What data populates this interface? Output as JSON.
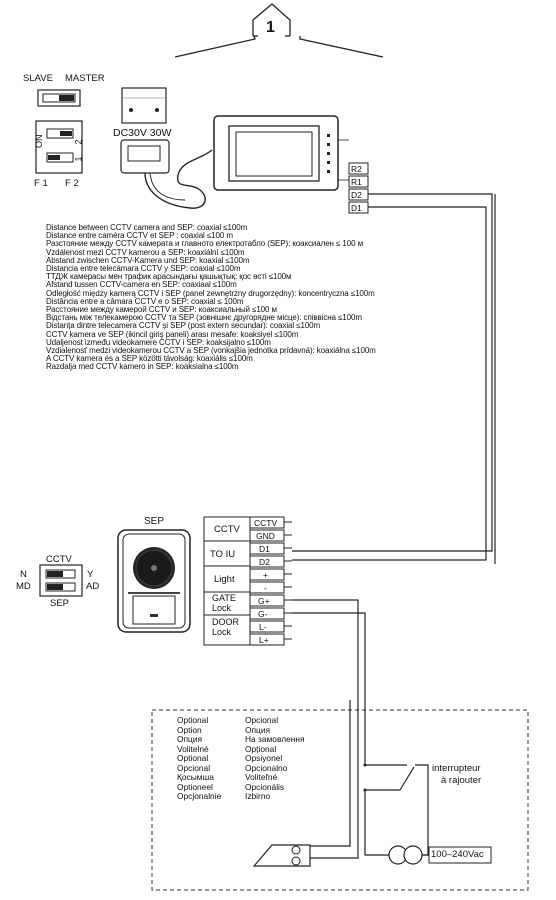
{
  "floor_number": "1",
  "dip_monitor": {
    "slave_label": "SLAVE",
    "master_label": "MASTER",
    "on_label": "ON",
    "pos1": "1",
    "pos2": "2",
    "f1_label": "F 1",
    "f2_label": "F 2"
  },
  "power_supply_label": "DC30V 30W",
  "monitor_terminals": [
    "R2",
    "R1",
    "D2",
    "D1"
  ],
  "cctv_distance_lines": [
    "Distance between CCTV camera and SEP: coaxial ≤100m",
    "Distance entre caméra CCTV et SEP : coaxial ≤100 m",
    "Разстояние между CCTV камерата и главното електротабло (SEP): коаксиален ≤ 100 м",
    "Vzdálenost mezi CCTV kamerou a SEP: koaxiální ≤100m",
    "Abstand zwischen CCTV-Kamera und SEP: koaxial ≤100m",
    "Distancia entre telecámara CCTV y SEP: coaxial ≤100m",
    "ТТДЖ камерасы мен трафик арасындағы қашықтық: қос өсті ≤100м",
    "Afstand tussen CCTV-camera en SEP: coaxiaal ≤100m",
    "Odległość między kamerą CCTV i SEP (panel zewnętrzny drugorzędny): koncentryczna ≤100m",
    "Distância entre a câmara CCTV e o SEP: coaxial ≤ 100m",
    "Расстояние между камерой CCTV и SEP: коаксиальный ≤100 м",
    "Відстань між телекамерою CCTV та SEP (зовнішнє другорядне місце): співвісна ≤100m",
    "Distanța dintre telecamera CCTV și SEP (post extern secundar): coaxial ≤100m",
    "CCTV kamera ve SEP (ikincil giriş paneli) arası mesafe: koaksiyel ≤100m",
    "Udaljenost između videokamere CCTV i SEP:  koaksijalno ≤100m",
    "Vzdialenosť medzi videokamerou CCTV a SEP (vonkajšia jednotka prídavná): koaxiálna ≤100m",
    "A CCTV kamera és a SEP közötti távolság: koaxiális ≤100m",
    "Razdalja med CCTV kamero in SEP: koaksialna ≤100m"
  ],
  "sep_label": "SEP",
  "sep_dip": {
    "title": "CCTV",
    "n_label": "N",
    "md_label": "MD",
    "y_label": "Y",
    "ad_label": "AD",
    "bottom_label": "SEP"
  },
  "terminal_block": {
    "groups": [
      {
        "label": "CCTV",
        "terminals": [
          "CCTV",
          "GND"
        ]
      },
      {
        "label": "TO IU",
        "terminals": [
          "D1",
          "D2"
        ]
      },
      {
        "label": "Light",
        "terminals": [
          "+",
          "-"
        ]
      },
      {
        "label": "GATE\nLock",
        "terminals": [
          "G+",
          "G-"
        ]
      },
      {
        "label": "DOOR\nLock",
        "terminals": [
          "L-",
          "L+"
        ]
      }
    ]
  },
  "optional_col1": [
    "Optional",
    "Option",
    "Опция",
    "Volitelné",
    "Optional",
    "Opcional",
    "Қосымша",
    "Optioneel",
    "Opcjonalnie"
  ],
  "optional_col2": [
    "Opcional",
    "Опция",
    "На замовлення",
    "Opțional",
    "Opsiyonel",
    "Opcionalno",
    "Voliteľné",
    "Opcionális",
    "Izbirno"
  ],
  "switch_label_1": "interrupteur",
  "switch_label_2": "à rajouter",
  "mains_label": "100–240Vac"
}
